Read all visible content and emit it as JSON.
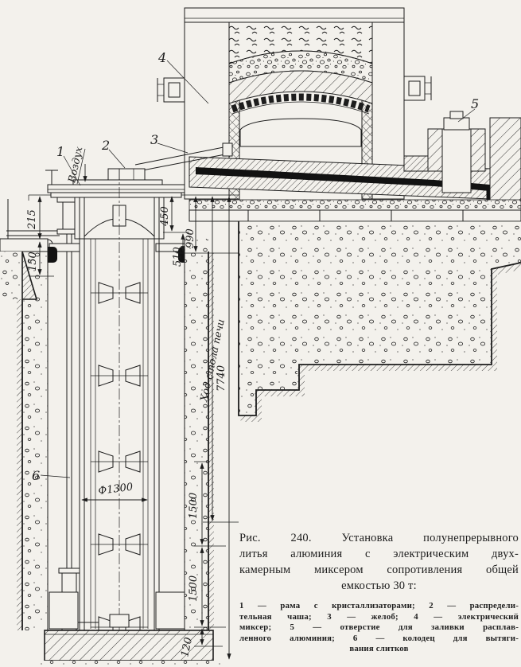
{
  "figure": {
    "caption_lines": [
      "Рис. 240. Установка полунепрерывного",
      "литья алюминия с электрическим двух-",
      "камерным миксером сопротивления общей",
      "емкостью 30 т:"
    ],
    "legend_lines": [
      "1 — рама с кристаллизаторами; 2 — распредели-",
      "тельная чаша; 3 — желоб; 4 — электрический",
      "миксер; 5 — отверстие для заливки расплав-",
      "ленного алюминия; 6 — колодец для вытяги-",
      "вания слитков"
    ]
  },
  "drawing": {
    "air_label": "Воздух",
    "travel_label": "Ход стола печи",
    "ink_color": "#1d1d1d",
    "paper_color": "#f3f1ec",
    "callouts": {
      "c1": "1",
      "c2": "2",
      "c3": "3",
      "c4": "4",
      "c5": "5",
      "c6": "6"
    },
    "dims": {
      "d215": "215",
      "d150": "150",
      "d450": "450",
      "d990": "990",
      "d510": "510",
      "d1300": "Ф1300",
      "d1500a": "1500",
      "d1500b": "1500",
      "d120": "120",
      "d7740": "7740"
    }
  }
}
